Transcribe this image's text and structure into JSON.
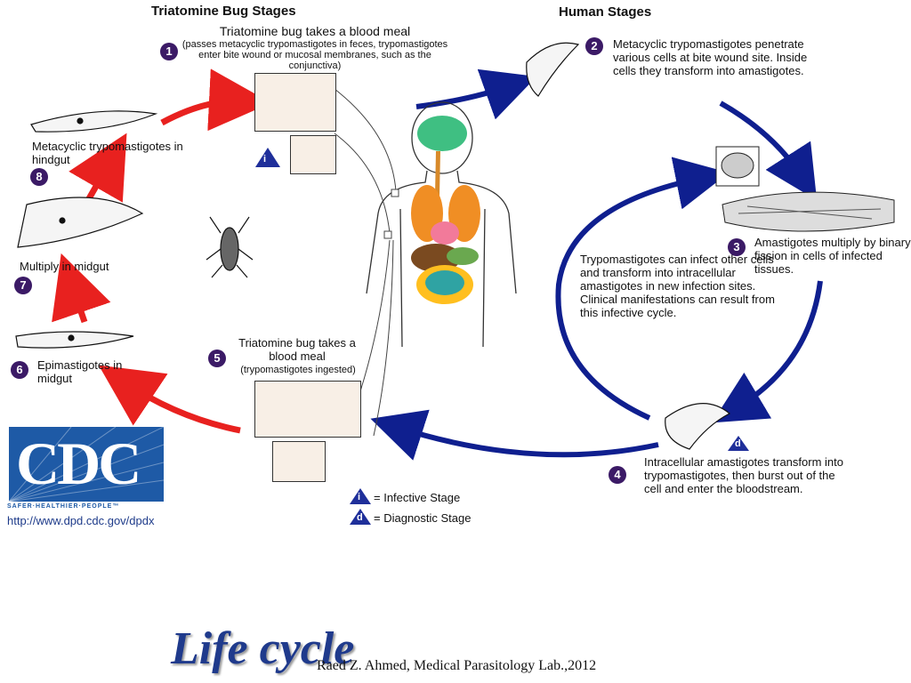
{
  "headers": {
    "bug_stages": "Triatomine Bug Stages",
    "human_stages": "Human Stages"
  },
  "steps": [
    {
      "n": "1",
      "title": "Triatomine bug takes a blood meal",
      "note": "(passes metacyclic trypomastigotes in feces, trypomastigotes enter bite wound or mucosal membranes, such as the conjunctiva)"
    },
    {
      "n": "2",
      "title": "Metacyclic trypomastigotes penetrate various cells at bite wound site.  Inside cells they transform into amastigotes."
    },
    {
      "n": "3",
      "title": "Amastigotes multiply by binary fission in cells of infected tissues."
    },
    {
      "n": "4",
      "title": "Intracellular amastigotes transform into trypomastigotes, then burst out of the cell and enter the bloodstream."
    },
    {
      "n": "5",
      "title": "Triatomine bug takes a blood meal",
      "note": "(trypomastigotes ingested)"
    },
    {
      "n": "6",
      "title": "Epimastigotes in midgut"
    },
    {
      "n": "7",
      "title": "Multiply in midgut"
    },
    {
      "n": "8",
      "title": "Metacyclic trypomastigotes in hindgut"
    }
  ],
  "center_text": "Trypomastigotes can infect other cells and transform into intracellular amastigotes in new infection sites. Clinical manifestations can result from this infective cycle.",
  "legend": [
    {
      "symbol": "i",
      "label": "= Infective Stage"
    },
    {
      "symbol": "d",
      "label": "= Diagnostic Stage"
    }
  ],
  "markers": {
    "infective": "i",
    "diagnostic": "d"
  },
  "logo": {
    "text": "CDC",
    "tagline": "SAFER·HEALTHIER·PEOPLE™",
    "url": "http://www.dpd.cdc.gov/dpdx"
  },
  "footer": {
    "title": "Life cycle",
    "credit": "Raed Z. Ahmed, Medical Parasitology Lab.,2012"
  },
  "colors": {
    "red_arrow": "#e8211f",
    "blue_arrow": "#0f1f8f",
    "number_badge": "#3b1a66",
    "logo_blue": "#1e5aa6"
  }
}
